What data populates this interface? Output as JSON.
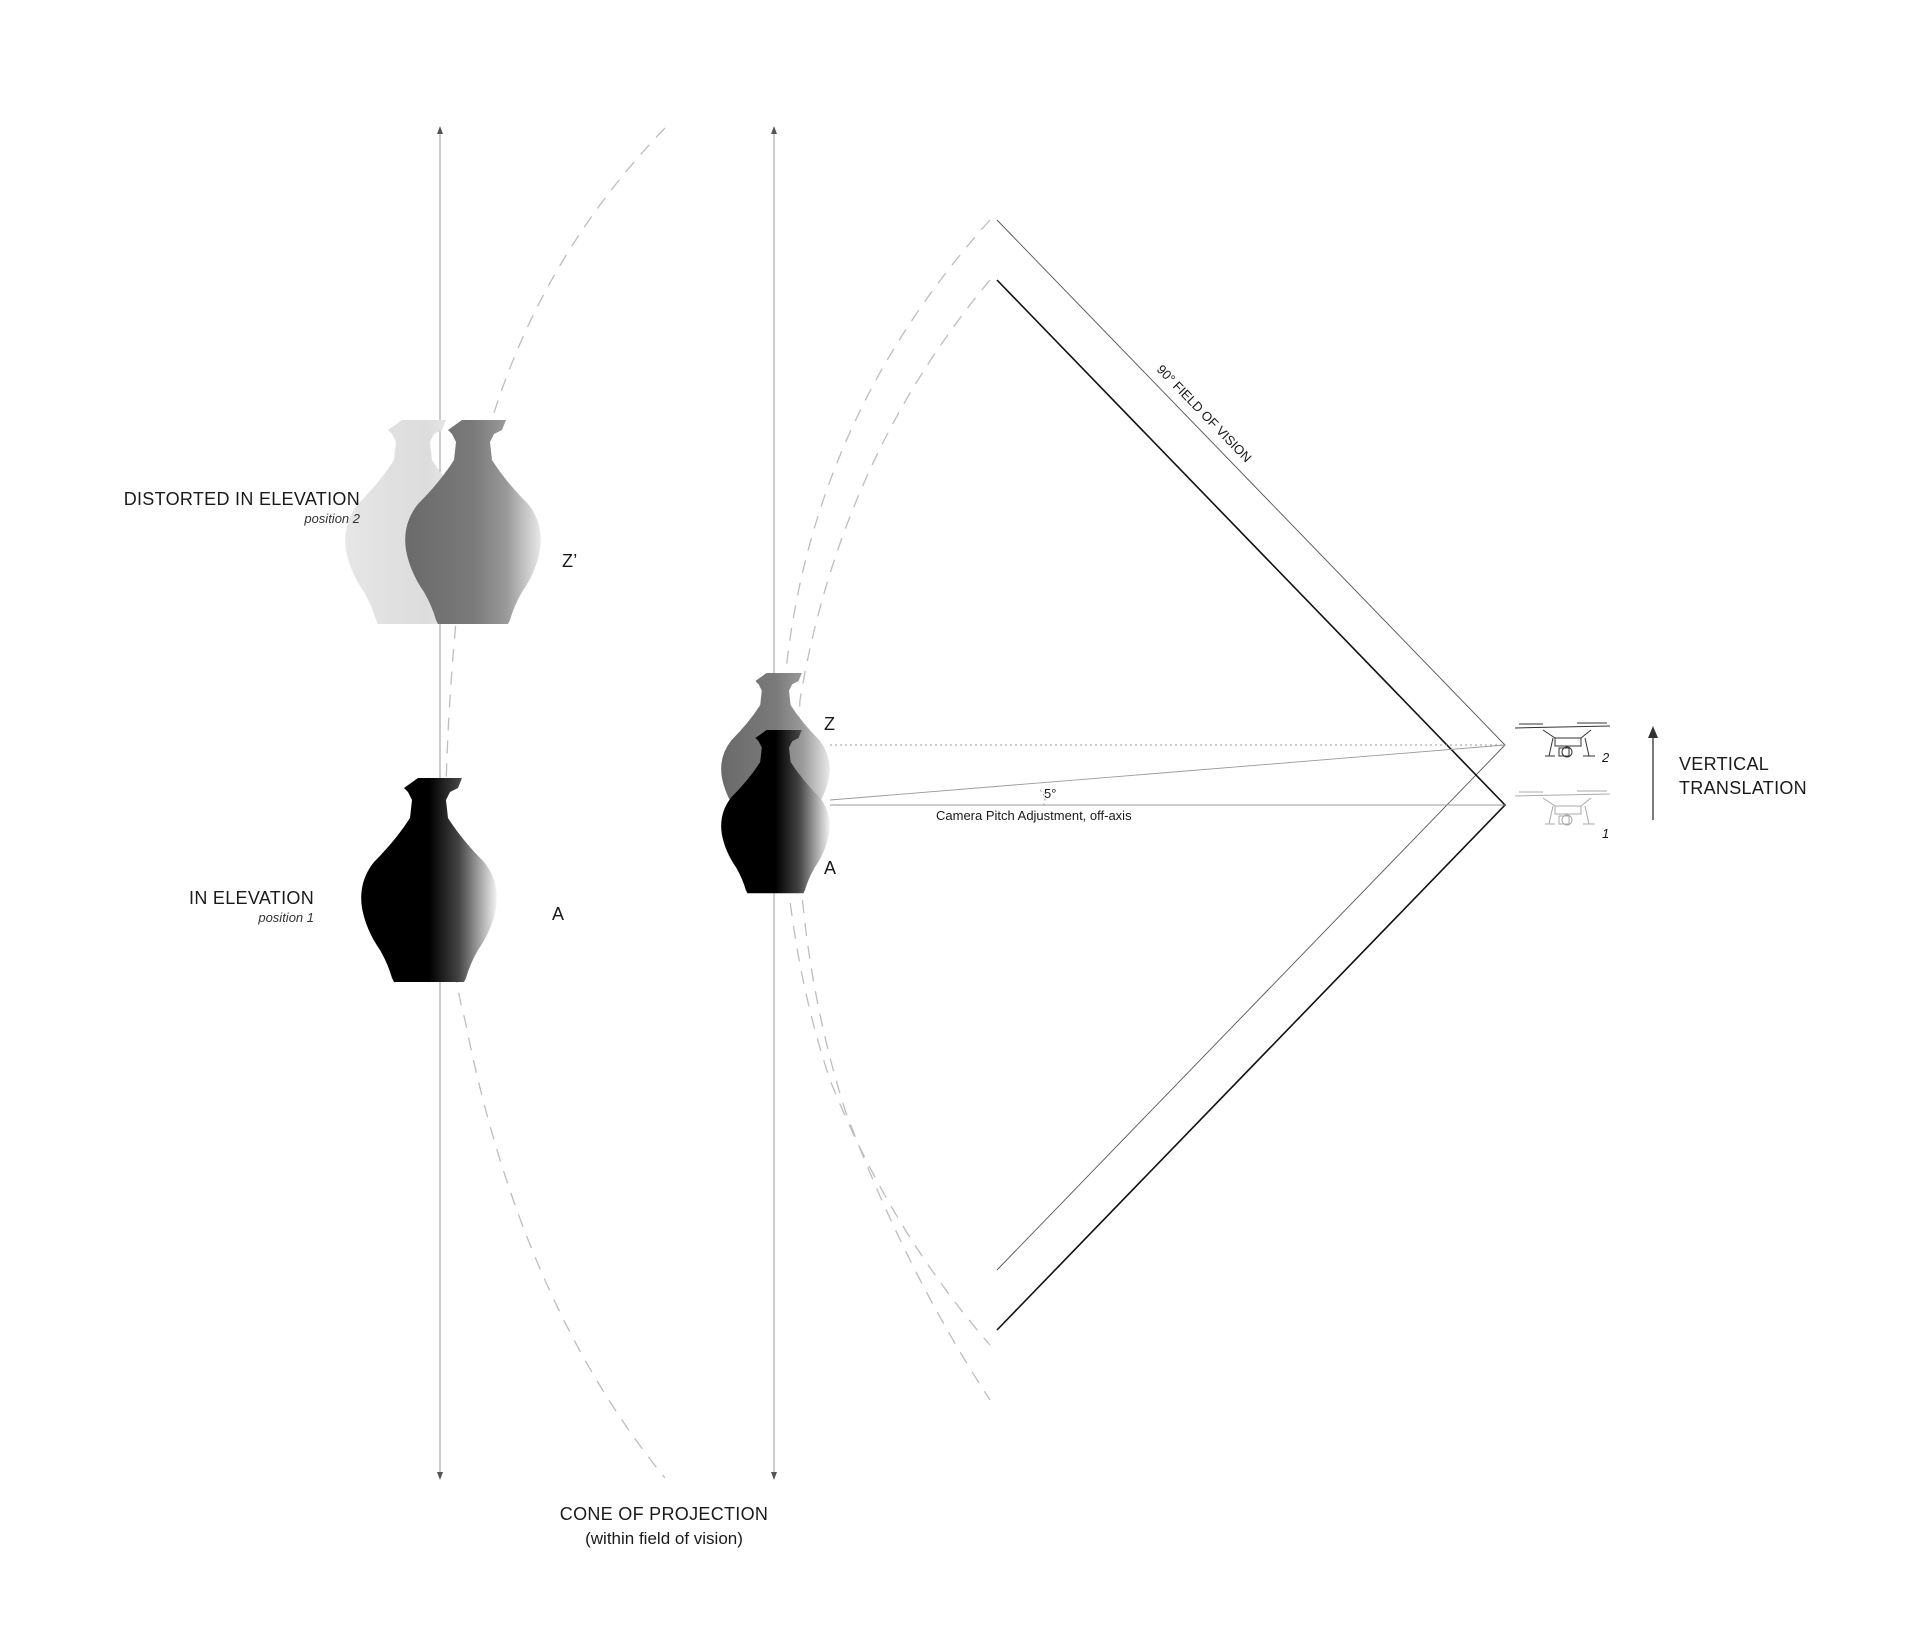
{
  "labels": {
    "distorted_title": "DISTORTED IN ELEVATION",
    "distorted_sub": "position 2",
    "elevation_title": "IN ELEVATION",
    "elevation_sub": "position 1",
    "z_prime": "Z’",
    "a_left": "A",
    "z_center": "Z",
    "a_center": "A",
    "angle": "5°",
    "pitch": "Camera Pitch Adjustment, off-axis",
    "fov": "90° FIELD OF VISION",
    "drone_2": "2",
    "drone_1": "1",
    "vertical_1": "VERTICAL",
    "vertical_2": "TRANSLATION",
    "cone_1": "CONE OF PROJECTION",
    "cone_2": "(within field of vision)"
  },
  "colors": {
    "vase_dark": "#000000",
    "vase_mid": "#6e6e6e",
    "vase_light": "#d9d9d9",
    "line": "#111111",
    "guide": "#9a9a9a"
  }
}
